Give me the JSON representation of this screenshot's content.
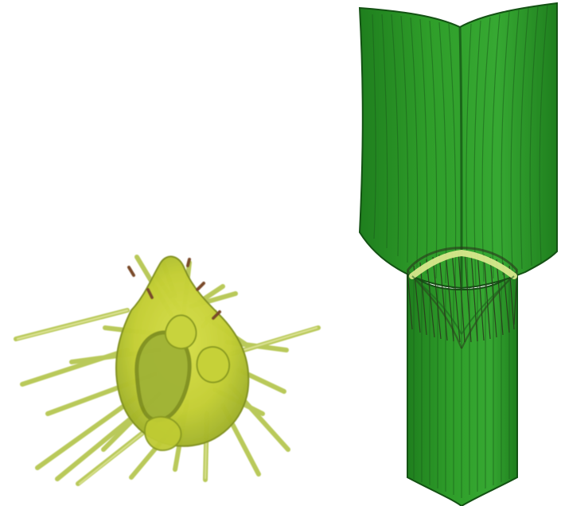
{
  "scene": {
    "background": "#ffffff",
    "objects": [
      {
        "name": "spiny-bur",
        "kind": "photo-like specimen",
        "colors": {
          "body": "#c4cf35",
          "body_shadow": "#93a626",
          "spine": "#b9c95a",
          "spine_tip": "#dfe59a",
          "window_fill": "#9fb236",
          "window_edge": "#7f8f1f",
          "brown_tips": "#7a4b2a"
        }
      },
      {
        "name": "leaf-sheath-ligule-diagram",
        "kind": "illustration",
        "colors": {
          "blade": "#2f9e2a",
          "blade_dark": "#1f7f1e",
          "vein": "#1b5e1b",
          "edge": "#145214",
          "ligule_fringe": "#2a3a1d",
          "ligule_band": "#d8e88c"
        }
      }
    ]
  }
}
